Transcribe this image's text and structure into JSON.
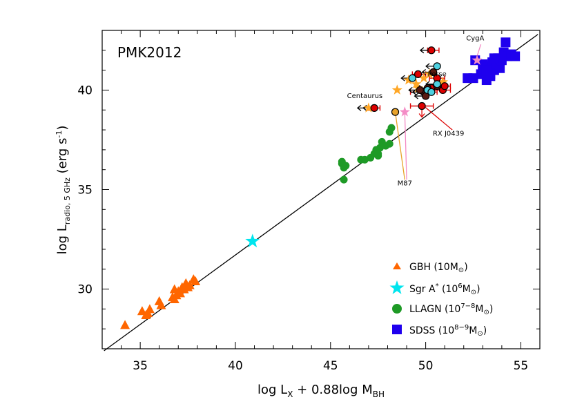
{
  "chart_data": {
    "type": "scatter",
    "title": "PMK2012",
    "xlabel": {
      "main": "log L",
      "sub1": "X",
      "mid": " + 0.88log M",
      "sub2": "BH"
    },
    "ylabel": {
      "main": "log L",
      "sub": "radio, 5 GHz",
      "tail": " (erg s",
      "sup": "-1",
      "end": ")"
    },
    "xlim": [
      33,
      56
    ],
    "ylim": [
      27,
      43
    ],
    "xticks": [
      35,
      40,
      45,
      50,
      55
    ],
    "yticks": [
      30,
      35,
      40
    ],
    "grid": false,
    "legend_position": "bottom-right",
    "fit_line": {
      "x": [
        33.1,
        55.9
      ],
      "y": [
        26.9,
        42.8
      ],
      "color": "#000000"
    },
    "series": [
      {
        "name": "GBH (10M⊙)",
        "marker": "triangle",
        "color": "#ff6600",
        "points": [
          [
            34.2,
            28.2
          ],
          [
            35.1,
            28.9
          ],
          [
            35.3,
            28.7
          ],
          [
            35.5,
            29.0
          ],
          [
            35.4,
            28.8
          ],
          [
            36.0,
            29.4
          ],
          [
            36.1,
            29.2
          ],
          [
            36.7,
            29.6
          ],
          [
            36.8,
            30.0
          ],
          [
            36.9,
            29.7
          ],
          [
            37.0,
            29.9
          ],
          [
            37.1,
            29.8
          ],
          [
            36.8,
            29.5
          ],
          [
            37.2,
            30.1
          ],
          [
            37.4,
            30.3
          ],
          [
            37.6,
            30.2
          ],
          [
            37.8,
            30.5
          ],
          [
            37.9,
            30.4
          ],
          [
            37.3,
            30.0
          ],
          [
            37.5,
            30.1
          ]
        ]
      },
      {
        "name": "Sgr A* (10⁶M⊙)",
        "marker": "star",
        "color": "#00e5ee",
        "points": [
          [
            40.9,
            32.4
          ]
        ]
      },
      {
        "name": "LLAGN (10⁷⁻⁸M⊙)",
        "marker": "circle",
        "color": "#1e9a26",
        "points": [
          [
            45.6,
            36.3
          ],
          [
            45.7,
            36.1
          ],
          [
            45.6,
            36.4
          ],
          [
            45.8,
            36.2
          ],
          [
            45.7,
            35.5
          ],
          [
            46.6,
            36.5
          ],
          [
            46.8,
            36.5
          ],
          [
            47.1,
            36.6
          ],
          [
            47.3,
            36.8
          ],
          [
            47.5,
            36.7
          ],
          [
            47.4,
            37.0
          ],
          [
            47.6,
            37.1
          ],
          [
            47.7,
            37.4
          ],
          [
            47.9,
            37.2
          ],
          [
            48.1,
            37.3
          ],
          [
            48.1,
            37.9
          ],
          [
            48.2,
            38.1
          ],
          [
            47.5,
            36.8
          ]
        ]
      },
      {
        "name": "SDSS (10⁸⁻⁹M⊙)",
        "marker": "square",
        "color": "#1f00ee",
        "points": [
          [
            52.2,
            40.6
          ],
          [
            52.5,
            40.6
          ],
          [
            52.6,
            41.5
          ],
          [
            52.9,
            40.8
          ],
          [
            53.0,
            41.1
          ],
          [
            53.1,
            40.9
          ],
          [
            53.2,
            40.5
          ],
          [
            53.3,
            41.2
          ],
          [
            53.4,
            40.7
          ],
          [
            53.5,
            41.4
          ],
          [
            53.6,
            41.0
          ],
          [
            53.7,
            41.3
          ],
          [
            53.8,
            41.6
          ],
          [
            53.9,
            41.1
          ],
          [
            54.0,
            41.5
          ],
          [
            54.1,
            41.9
          ],
          [
            54.2,
            42.4
          ],
          [
            54.3,
            41.7
          ],
          [
            54.5,
            41.8
          ],
          [
            54.7,
            41.7
          ],
          [
            53.4,
            40.8
          ],
          [
            53.0,
            41.3
          ],
          [
            53.6,
            41.6
          ],
          [
            53.2,
            41.0
          ]
        ]
      },
      {
        "name": "",
        "marker": "circle",
        "color": "#dd0000",
        "points": [
          [
            47.3,
            39.1
          ],
          [
            49.8,
            39.2
          ],
          [
            50.3,
            42.0
          ],
          [
            50.3,
            40.1
          ],
          [
            50.9,
            40.0
          ],
          [
            50.6,
            40.6
          ],
          [
            51.0,
            40.2
          ],
          [
            49.6,
            40.8
          ]
        ]
      },
      {
        "name": "",
        "marker": "circle",
        "color": "#5a1a10",
        "points": [
          [
            50.1,
            40.1
          ],
          [
            49.9,
            39.9
          ],
          [
            50.4,
            40.9
          ],
          [
            50.6,
            40.2
          ],
          [
            49.7,
            40.0
          ],
          [
            50.0,
            39.7
          ]
        ]
      },
      {
        "name": "",
        "marker": "circle",
        "color": "#4dd0e0",
        "points": [
          [
            50.6,
            41.2
          ],
          [
            49.3,
            40.6
          ],
          [
            50.6,
            40.3
          ],
          [
            50.1,
            40.0
          ],
          [
            50.3,
            39.9
          ]
        ]
      },
      {
        "name": "",
        "marker": "circle",
        "color": "#e8a32a",
        "points": [
          [
            48.4,
            38.9
          ]
        ]
      },
      {
        "name": "",
        "marker": "star",
        "color": "#ffa726",
        "points": [
          [
            47.0,
            39.1
          ],
          [
            48.5,
            40.0
          ],
          [
            49.1,
            40.5
          ],
          [
            49.5,
            40.3
          ],
          [
            50.9,
            40.4
          ],
          [
            49.9,
            40.6
          ],
          [
            50.2,
            40.8
          ],
          [
            49.6,
            40.1
          ]
        ]
      },
      {
        "name": "",
        "marker": "star",
        "color": "#f48cc6",
        "points": [
          [
            48.9,
            38.9
          ],
          [
            52.7,
            41.5
          ]
        ]
      }
    ],
    "upper_limit_arrows_left": [
      [
        47.3,
        39.1
      ],
      [
        50.3,
        42.0
      ],
      [
        50.4,
        40.9
      ],
      [
        50.6,
        41.2
      ],
      [
        49.3,
        40.6
      ],
      [
        50.1,
        40.1
      ],
      [
        49.9,
        39.9
      ],
      [
        49.7,
        40.0
      ],
      [
        50.6,
        40.3
      ],
      [
        50.3,
        39.9
      ],
      [
        50.0,
        39.7
      ],
      [
        47.0,
        39.1
      ]
    ],
    "upper_limit_arrows_down": [
      [
        49.8,
        39.2
      ]
    ],
    "x_error_bars": [
      [
        [
          47.3,
          39.1
        ],
        [
          47.0,
          47.6
        ]
      ],
      [
        [
          49.8,
          39.2
        ],
        [
          49.2,
          50.4
        ]
      ],
      [
        [
          50.3,
          42.0
        ],
        [
          50.1,
          50.7
        ]
      ],
      [
        [
          50.9,
          40.0
        ],
        [
          50.4,
          51.3
        ]
      ],
      [
        [
          51.0,
          40.2
        ],
        [
          50.5,
          51.3
        ]
      ],
      [
        [
          50.6,
          40.6
        ],
        [
          50.2,
          51.0
        ]
      ],
      [
        [
          50.3,
          40.1
        ],
        [
          49.7,
          50.9
        ]
      ],
      [
        [
          49.6,
          40.8
        ],
        [
          49.3,
          50.0
        ]
      ],
      [
        [
          50.1,
          40.1
        ],
        [
          49.6,
          50.5
        ]
      ],
      [
        [
          49.9,
          39.9
        ],
        [
          49.2,
          50.6
        ]
      ]
    ],
    "annotations": [
      {
        "text": "Centaurus",
        "x": 46.8,
        "y": 39.6
      },
      {
        "text": "CygA",
        "x": 52.6,
        "y": 42.5
      },
      {
        "text": "Perse",
        "x": 50.6,
        "y": 40.7
      },
      {
        "text": "RX J0439",
        "x": 51.2,
        "y": 37.7
      },
      {
        "text": "M87",
        "x": 48.9,
        "y": 35.2
      }
    ],
    "callout_lines": [
      {
        "color": "#e8a32a",
        "from": [
          48.4,
          38.9
        ],
        "to": [
          48.9,
          35.5
        ]
      },
      {
        "color": "#f48cc6",
        "from": [
          48.9,
          38.9
        ],
        "to": [
          49.0,
          35.5
        ]
      },
      {
        "color": "#dd0000",
        "from": [
          49.9,
          39.2
        ],
        "to": [
          51.4,
          38.0
        ]
      },
      {
        "color": "#f48cc6",
        "from": [
          52.7,
          41.7
        ],
        "to": [
          52.9,
          42.3
        ]
      }
    ]
  },
  "legend": {
    "items": [
      {
        "marker": "triangle",
        "color": "#ff6600",
        "base": "GBH (10M",
        "sun": "⊙",
        "sup": "",
        "tail": ")"
      },
      {
        "marker": "star",
        "color": "#00e5ee",
        "base": "Sgr A",
        "sun": "",
        "sup": "*",
        "tail": " (10",
        "sup2": "6",
        "tail2": "M",
        "sun2": "⊙",
        "end": ")"
      },
      {
        "marker": "circle",
        "color": "#1e9a26",
        "base": "LLAGN (10",
        "sup": "7−8",
        "tail": "M",
        "sun": "⊙",
        "end": ")"
      },
      {
        "marker": "square",
        "color": "#1f00ee",
        "base": "SDSS (10",
        "sup": "8−9",
        "tail": "M",
        "sun": "⊙",
        "end": ")"
      }
    ]
  }
}
